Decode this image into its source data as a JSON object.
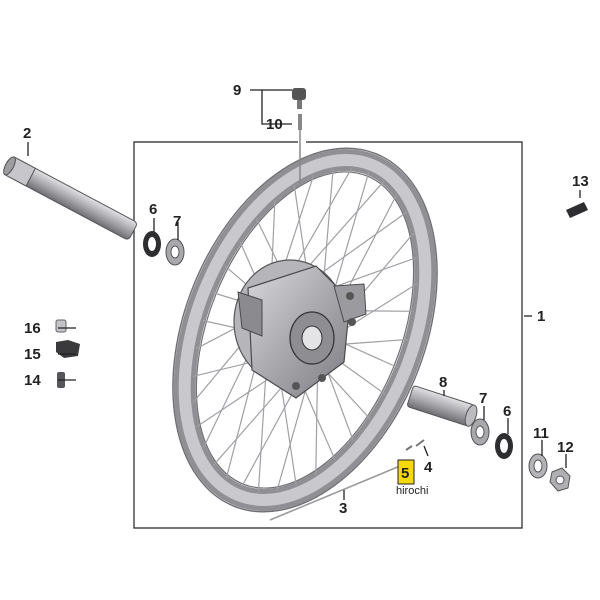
{
  "diagram": {
    "callouts": {
      "c1": "1",
      "c2": "2",
      "c3": "3",
      "c4": "4",
      "c5": "5",
      "c6a": "6",
      "c6b": "6",
      "c7a": "7",
      "c7b": "7",
      "c8": "8",
      "c9": "9",
      "c10": "10",
      "c11": "11",
      "c12": "12",
      "c13": "13",
      "c14": "14",
      "c15": "15",
      "c16": "16"
    },
    "watermark": "hirochi",
    "colors": {
      "highlight": "#f5d90a",
      "metal": "#a9a9ad",
      "dark": "#4a4a4e",
      "line": "#222222"
    }
  }
}
